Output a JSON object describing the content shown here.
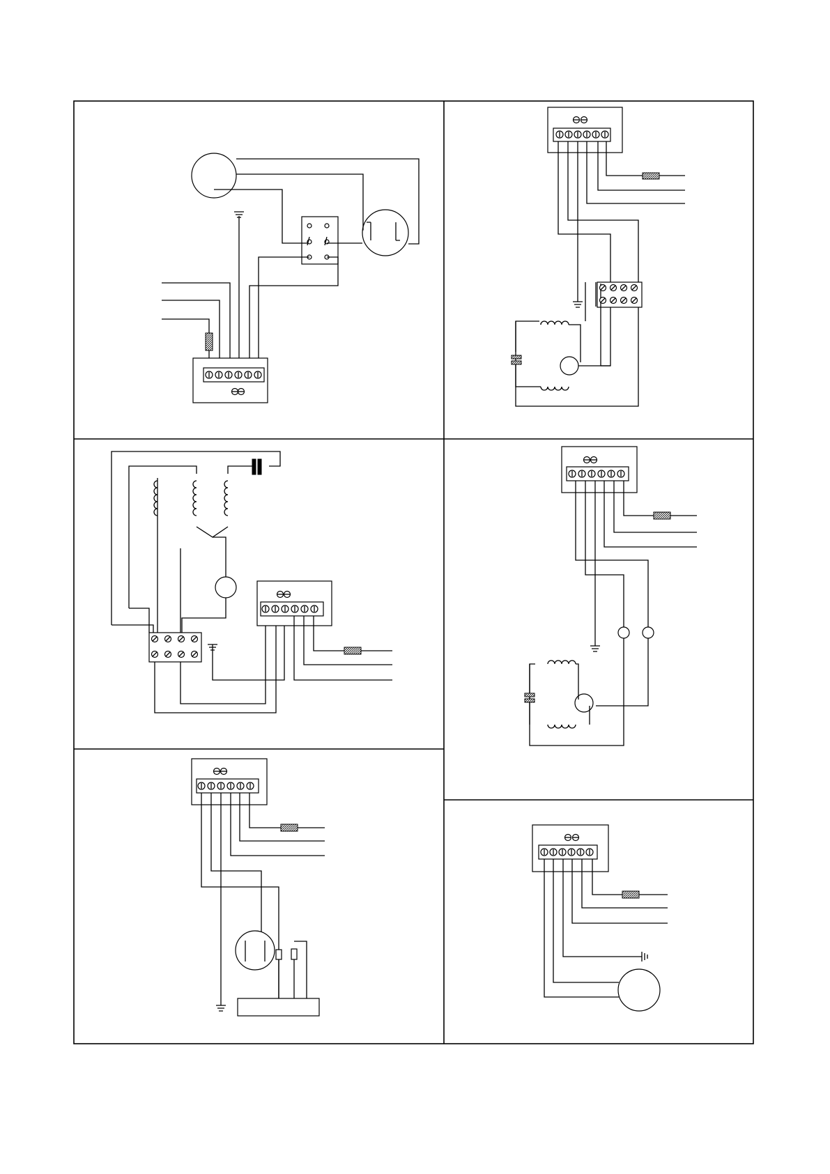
{
  "page": {
    "printed_text": []
  },
  "panels": [
    {
      "key": "compressor-circuit"
    },
    {
      "key": "fan-motor-circuit"
    },
    {
      "key": "three-coil-motor-circuit"
    },
    {
      "key": "two-switch-fan-circuit"
    },
    {
      "key": "relay-module-circuit"
    },
    {
      "key": "single-motor-circuit"
    }
  ]
}
